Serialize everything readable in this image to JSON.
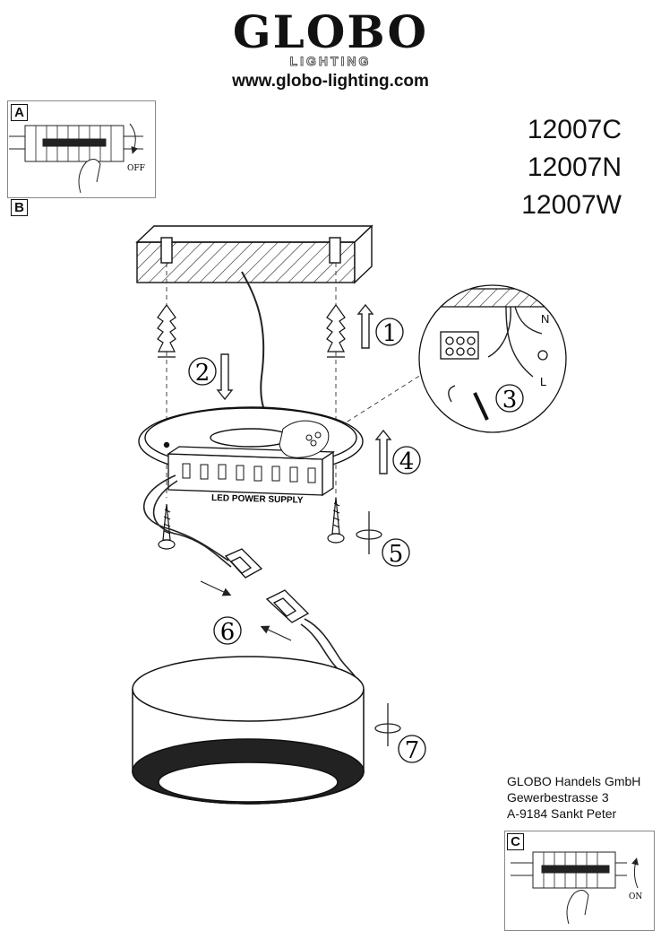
{
  "brand": {
    "name": "GLOBO",
    "tagline": "LIGHTING",
    "website": "www.globo-lighting.com"
  },
  "models": [
    "12007C",
    "12007N",
    "12007W"
  ],
  "panels": {
    "a": {
      "label": "A",
      "action": "OFF"
    },
    "b": {
      "label": "B"
    },
    "c": {
      "label": "C",
      "action": "ON"
    }
  },
  "diagram": {
    "power_supply_label": "LED POWER SUPPLY",
    "steps": [
      "1",
      "2",
      "3",
      "4",
      "5",
      "6",
      "7"
    ],
    "wire_labels": {
      "neutral": "N",
      "live": "L"
    }
  },
  "address": [
    "GLOBO Handels GmbH",
    "Gewerbestrasse 3",
    "A-9184 Sankt Peter"
  ]
}
